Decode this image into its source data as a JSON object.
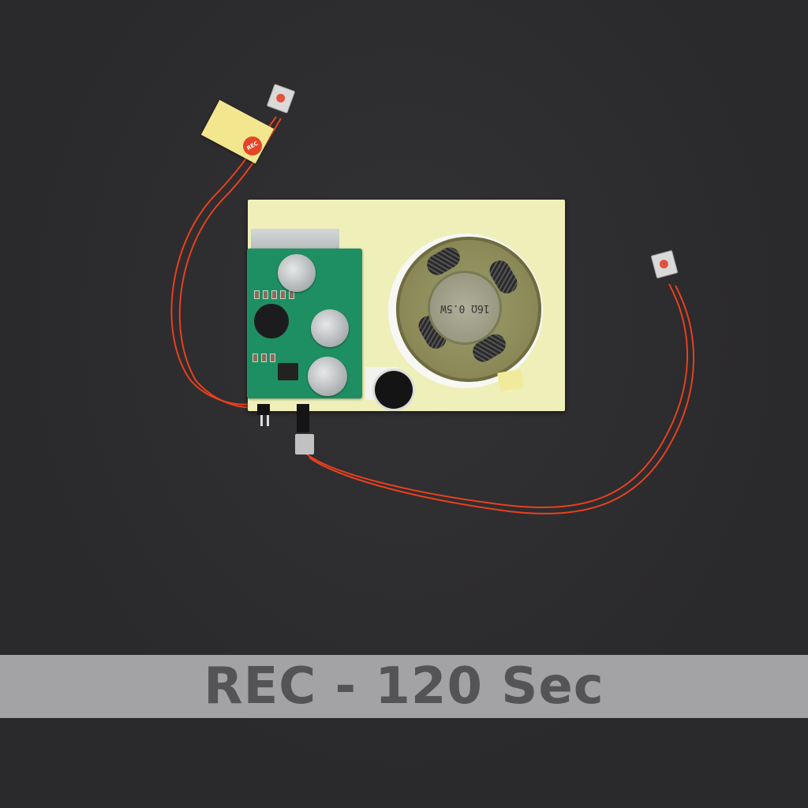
{
  "banner": {
    "text": "REC - 120 Sec",
    "background_color": "#a3a3a6",
    "text_color": "#545456"
  },
  "photo": {
    "background_color": "#2a292b",
    "subject": "recordable sound module with speaker, microphone, two push buttons and coin-cell batteries",
    "rec_sticker_label": "REC",
    "speaker_label": "16Ω 0.5W",
    "wire_color": "#e8401f",
    "pcb_color": "#1e8f63",
    "backing_card_color": "#efefb9"
  }
}
